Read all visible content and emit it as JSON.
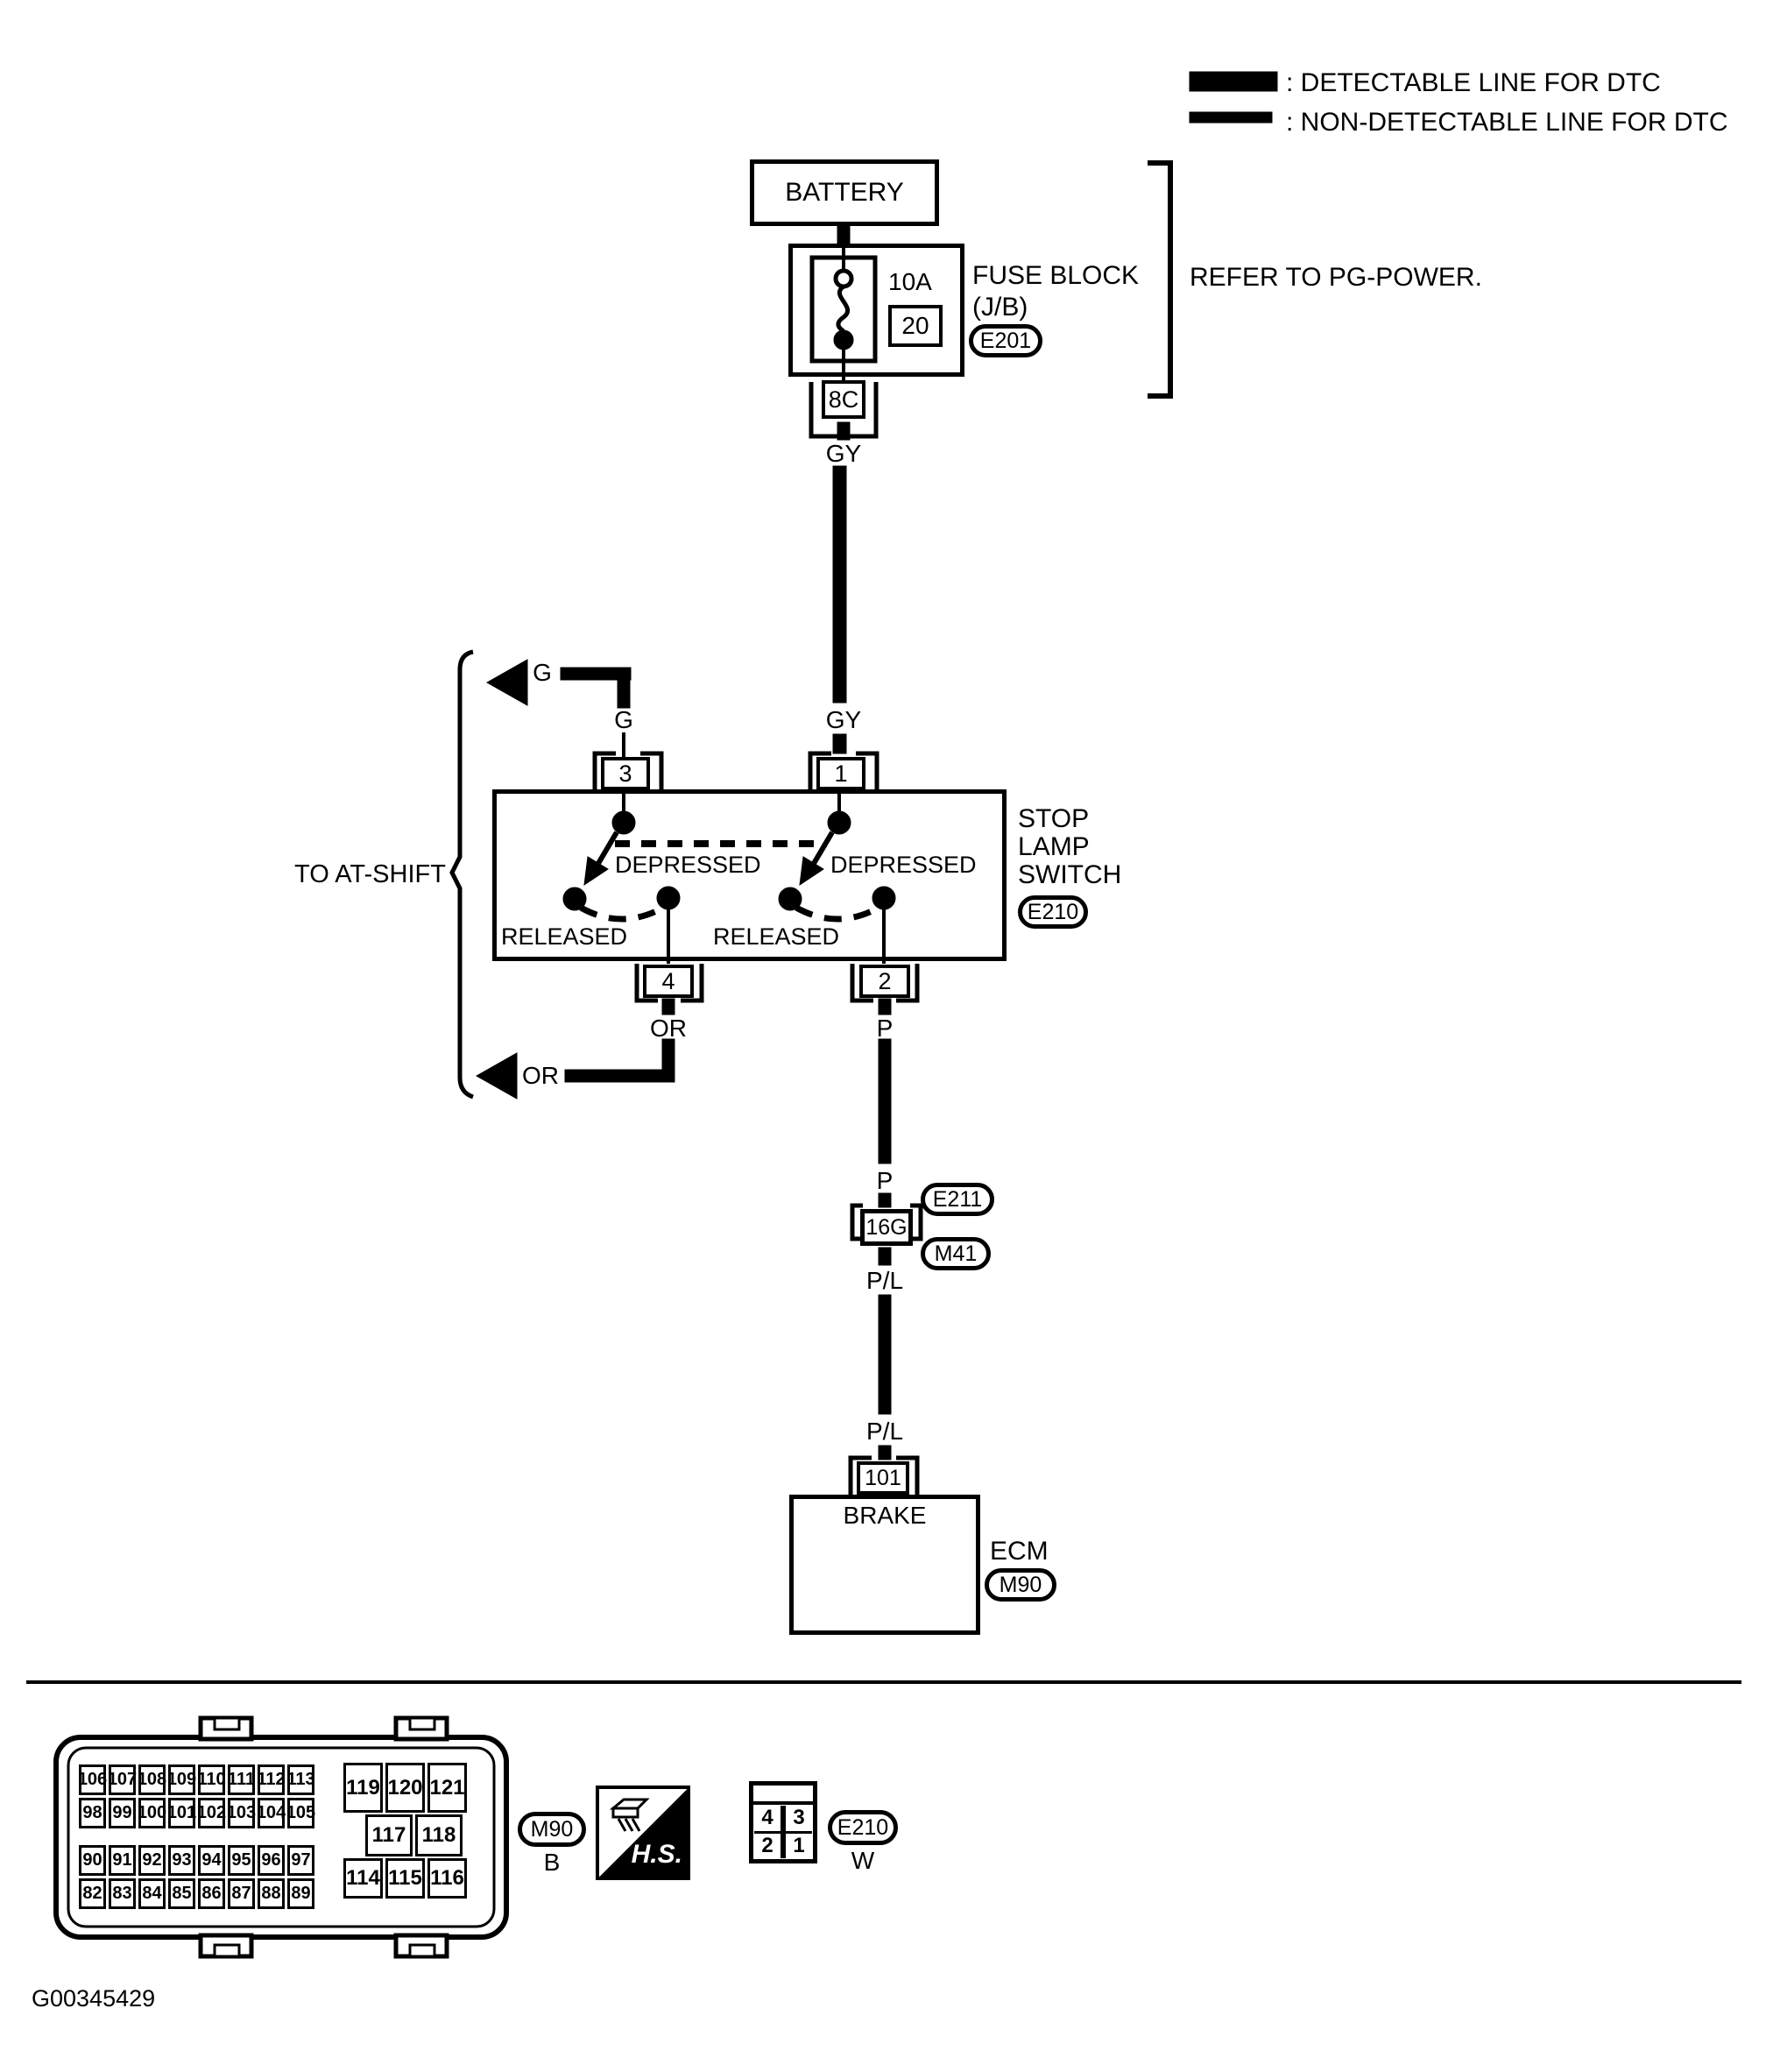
{
  "legend": {
    "detectable_label": ": DETECTABLE LINE FOR DTC",
    "non_detectable_label": ": NON-DETECTABLE LINE FOR DTC"
  },
  "battery_label": "BATTERY",
  "fuse": {
    "amp": "10A",
    "number": "20",
    "block_line1": "FUSE BLOCK",
    "block_line2": "(J/B)",
    "code": "E201",
    "pin": "8C",
    "note": "REFER TO PG-POWER."
  },
  "wire_colors": {
    "gy": "GY",
    "g": "G",
    "or": "OR",
    "p": "P",
    "pl": "P/L"
  },
  "at_shift_label": "TO AT-SHIFT",
  "stop_lamp_switch": {
    "pin1": "1",
    "pin2": "2",
    "pin3": "3",
    "pin4": "4",
    "depressed": "DEPRESSED",
    "released": "RELEASED",
    "line1": "STOP",
    "line2": "LAMP",
    "line3": "SWITCH",
    "code": "E210"
  },
  "inline_connector": {
    "pin": "16G",
    "code_e": "E211",
    "code_m": "M41"
  },
  "ecm": {
    "pin": "101",
    "signal": "BRAKE",
    "label": "ECM",
    "code": "M90"
  },
  "connector_views": {
    "ecm_view": {
      "rows_a": [
        [
          "106",
          "107",
          "108",
          "109",
          "110",
          "111",
          "112",
          "113"
        ],
        [
          "98",
          "99",
          "100",
          "101",
          "102",
          "103",
          "104",
          "105"
        ]
      ],
      "rows_b": [
        [
          "90",
          "91",
          "92",
          "93",
          "94",
          "95",
          "96",
          "97"
        ],
        [
          "82",
          "83",
          "84",
          "85",
          "86",
          "87",
          "88",
          "89"
        ]
      ],
      "row_top": [
        "119",
        "120",
        "121"
      ],
      "row_mid": [
        "117",
        "118"
      ],
      "row_bot": [
        "114",
        "115",
        "116"
      ],
      "code": "M90",
      "color": "B"
    },
    "hs_label": "H.S.",
    "switch_view": {
      "row_top": [
        "4",
        "3"
      ],
      "row_bot": [
        "2",
        "1"
      ],
      "code": "E210",
      "color": "W"
    }
  },
  "figure_id": "G00345429"
}
